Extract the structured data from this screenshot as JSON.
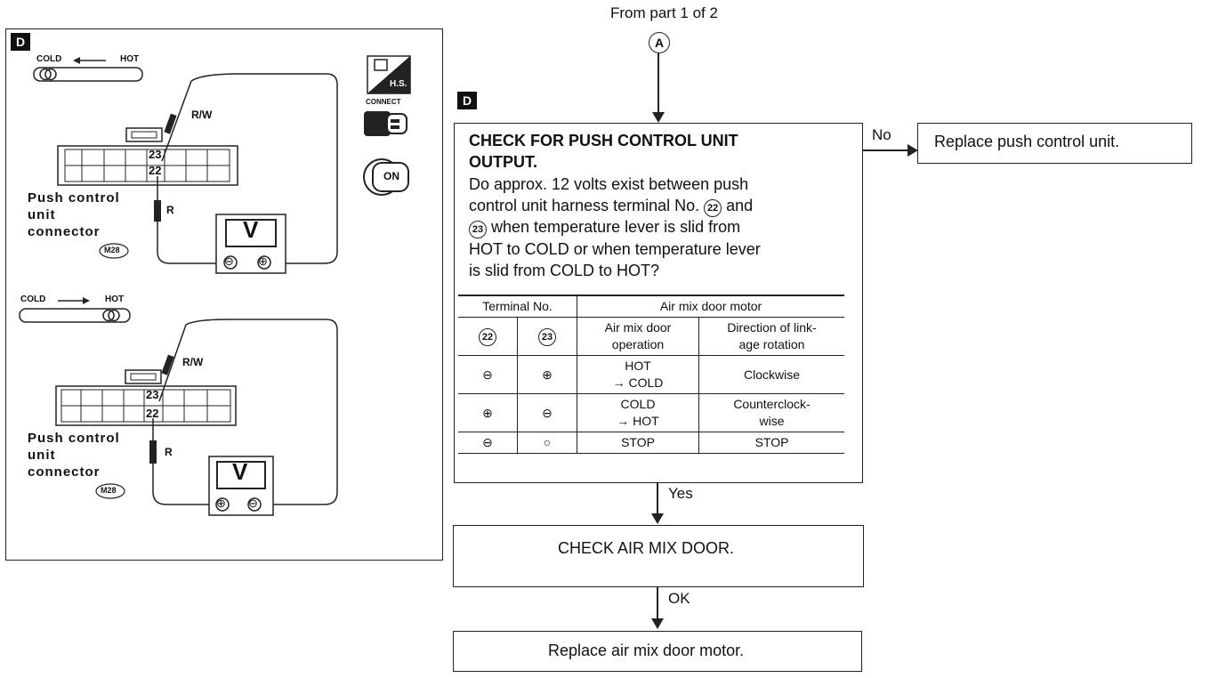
{
  "from_part": "From part 1 of 2",
  "connector_A": "A",
  "section_tag": "D",
  "left": {
    "tag": "D",
    "top_panel": {
      "cold": "COLD",
      "hot": "HOT",
      "wire_rw": "R/W",
      "wire_r": "R",
      "pin_23": "23",
      "pin_22": "22",
      "connector_label_1": "Push control",
      "connector_label_2": "unit",
      "connector_label_3": "connector",
      "connector_code": "M28",
      "meter": "V",
      "meter_neg": "⊖",
      "meter_pos": "⊕"
    },
    "bottom_panel": {
      "cold": "COLD",
      "hot": "HOT",
      "wire_rw": "R/W",
      "wire_r": "R",
      "pin_23": "23",
      "pin_22": "22",
      "connector_label_1": "Push control",
      "connector_label_2": "unit",
      "connector_label_3": "connector",
      "connector_code": "M28",
      "meter": "V",
      "meter_pos": "⊕",
      "meter_neg": "⊖"
    },
    "icons": {
      "hs_label": "H.S.",
      "connect_label": "CONNECT",
      "ignition_label": "ON"
    }
  },
  "check_box": {
    "title_1": "CHECK FOR PUSH CONTROL UNIT",
    "title_2": "OUTPUT.",
    "line_1": "Do approx. 12 volts exist between push",
    "line_2a": "control unit harness terminal No.",
    "line_2_t22": "22",
    "line_2b": "and",
    "line_3_t23": "23",
    "line_3": "when temperature lever is slid from",
    "line_4": "HOT to COLD or when temperature lever",
    "line_5": "is slid from COLD to HOT?"
  },
  "table": {
    "header_terminal": "Terminal No.",
    "header_motor": "Air mix door motor",
    "sub_t22": "22",
    "sub_t23": "23",
    "sub_operation": "Air mix door operation",
    "sub_direction_1": "Direction of link-",
    "sub_direction_2": "age rotation",
    "rows": [
      {
        "t22": "⊖",
        "t23": "⊕",
        "op_1": "HOT",
        "op_2": "→ COLD",
        "dir_1": "Clockwise",
        "dir_2": ""
      },
      {
        "t22": "⊕",
        "t23": "⊖",
        "op_1": "COLD",
        "op_2": "→ HOT",
        "dir_1": "Counterclock-",
        "dir_2": "wise"
      },
      {
        "t22": "⊖",
        "t23": "○",
        "op_1": "STOP",
        "op_2": "",
        "dir_1": "STOP",
        "dir_2": ""
      }
    ]
  },
  "no_label": "No",
  "replace_push": "Replace push control unit.",
  "yes_label": "Yes",
  "check_air_mix": "CHECK AIR MIX DOOR.",
  "ok_label": "OK",
  "replace_motor": "Replace air mix door motor."
}
